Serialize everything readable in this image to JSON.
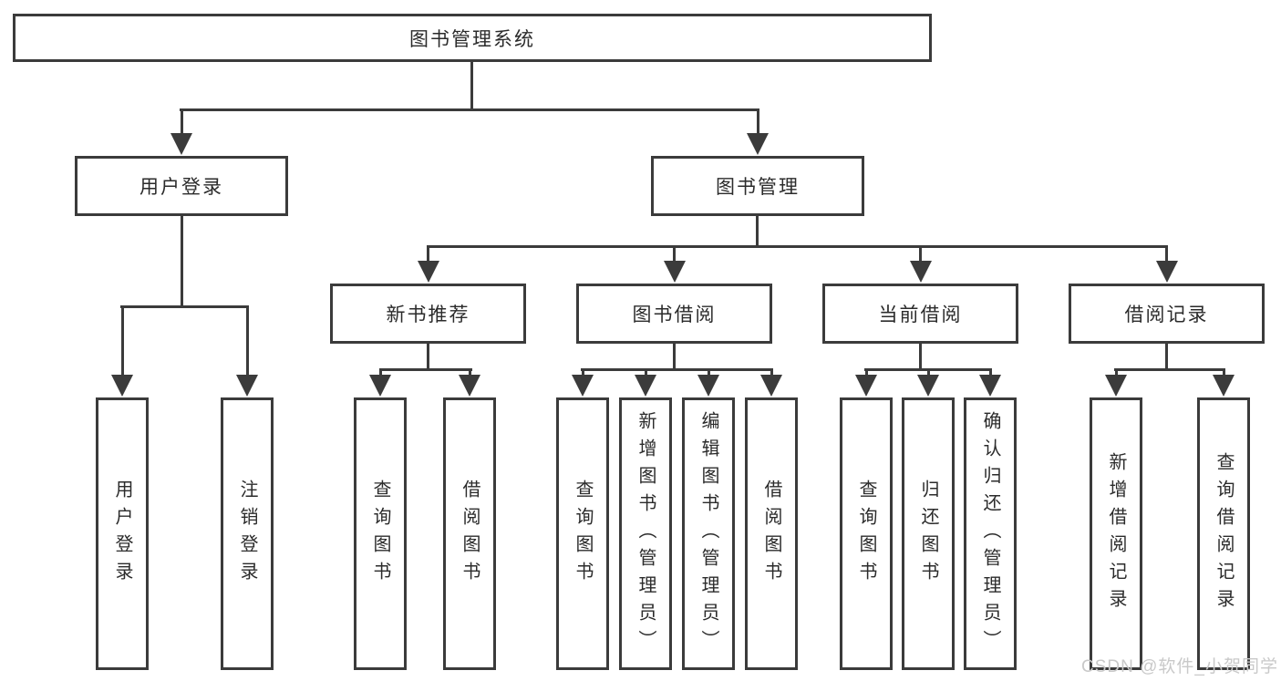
{
  "title": "图书管理系统",
  "watermark": "CSDN @软件_小贺同学",
  "colors": {
    "line": "#3b3b3b",
    "text": "#2b2b2b",
    "watermark": "#c9c9c9",
    "bg": "#ffffff"
  },
  "tree": {
    "root": "图书管理系统",
    "branches": [
      {
        "label": "用户登录",
        "children": [
          "用户登录",
          "注销登录"
        ]
      },
      {
        "label": "图书管理",
        "groups": [
          {
            "label": "新书推荐",
            "children": [
              "查询图书",
              "借阅图书"
            ]
          },
          {
            "label": "图书借阅",
            "children": [
              "查询图书",
              "新增图书（管理员）",
              "编辑图书（管理员）",
              "借阅图书"
            ]
          },
          {
            "label": "当前借阅",
            "children": [
              "查询图书",
              "归还图书",
              "确认归还（管理员）"
            ]
          },
          {
            "label": "借阅记录",
            "children": [
              "新增借阅记录",
              "查询借阅记录"
            ]
          }
        ]
      }
    ]
  }
}
